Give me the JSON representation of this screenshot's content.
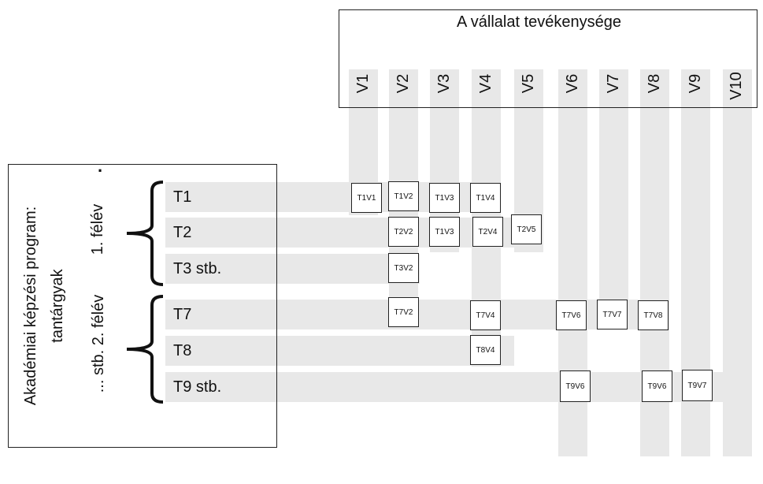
{
  "company": {
    "title": "A vállalat tevékenysége",
    "activities": [
      "V1",
      "V2",
      "V3",
      "V4",
      "V5",
      "V6",
      "V7",
      "V8",
      "V9",
      "V10"
    ]
  },
  "program": {
    "title_line1": "Akadémiai képzési program:",
    "title_line2": "tantárgyak",
    "semester1": "1. félév",
    "semester2": "... stb. 2. félév",
    "dot": "."
  },
  "rows": [
    "T1",
    "T2",
    "T3 stb.",
    "T7",
    "T8",
    "T9 stb."
  ],
  "cells": {
    "t1v1": "T1V1",
    "t1v2": "T1V2",
    "t1v3": "T1V3",
    "t1v4": "T1V4",
    "t2v2": "T2V2",
    "t2v3": "T1V3",
    "t2v4": "T2V4",
    "t2v5": "T2V5",
    "t3v2": "T3V2",
    "t7v2": "T7V2",
    "t7v4": "T7V4",
    "t7v6": "T7V6",
    "t7v7": "T7V7",
    "t7v8": "T7V8",
    "t8v4": "T8V4",
    "t9v6": "T9V6",
    "t9v8": "T9V6",
    "t9v9": "T9V7"
  }
}
